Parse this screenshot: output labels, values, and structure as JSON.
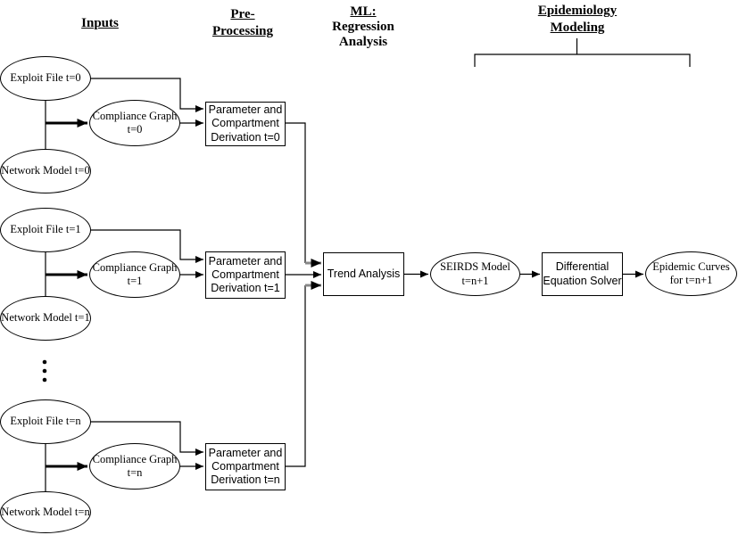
{
  "headers": {
    "inputs": {
      "line1": "Inputs"
    },
    "preprocessing": {
      "line1": "Pre-",
      "line2": "Processing"
    },
    "ml_regression": {
      "line1": "ML:",
      "line2": "Regression",
      "line3": "Analysis"
    },
    "epidemiology": {
      "line1": "Epidemiology",
      "line2": "Modeling"
    }
  },
  "groups": [
    {
      "exploit_file": "Exploit File t=0",
      "compliance_graph": "Compliance Graph\nt=0",
      "network_model": "Network Model t=0",
      "parameter_box": "Parameter and\nCompartment\nDerivation t=0"
    },
    {
      "exploit_file": "Exploit File t=1",
      "compliance_graph": "Compliance Graph\nt=1",
      "network_model": "Network Model t=1",
      "parameter_box": "Parameter and\nCompartment\nDerivation t=1"
    },
    {
      "exploit_file": "Exploit File t=n",
      "compliance_graph": "Compliance Graph\nt=n",
      "network_model": "Network Model t=n",
      "parameter_box": "Parameter and\nCompartment\nDerivation t=n"
    }
  ],
  "pipeline": {
    "trend_analysis": "Trend Analysis",
    "seirds_model": "SEIRDS Model\nt=n+1",
    "equation_solver": "Differential\nEquation Solver",
    "epidemic_curves": "Epidemic Curves\nfor t=n+1"
  },
  "colors": {
    "stroke": "#000000",
    "connector_gray": "#888888",
    "background": "#ffffff"
  }
}
